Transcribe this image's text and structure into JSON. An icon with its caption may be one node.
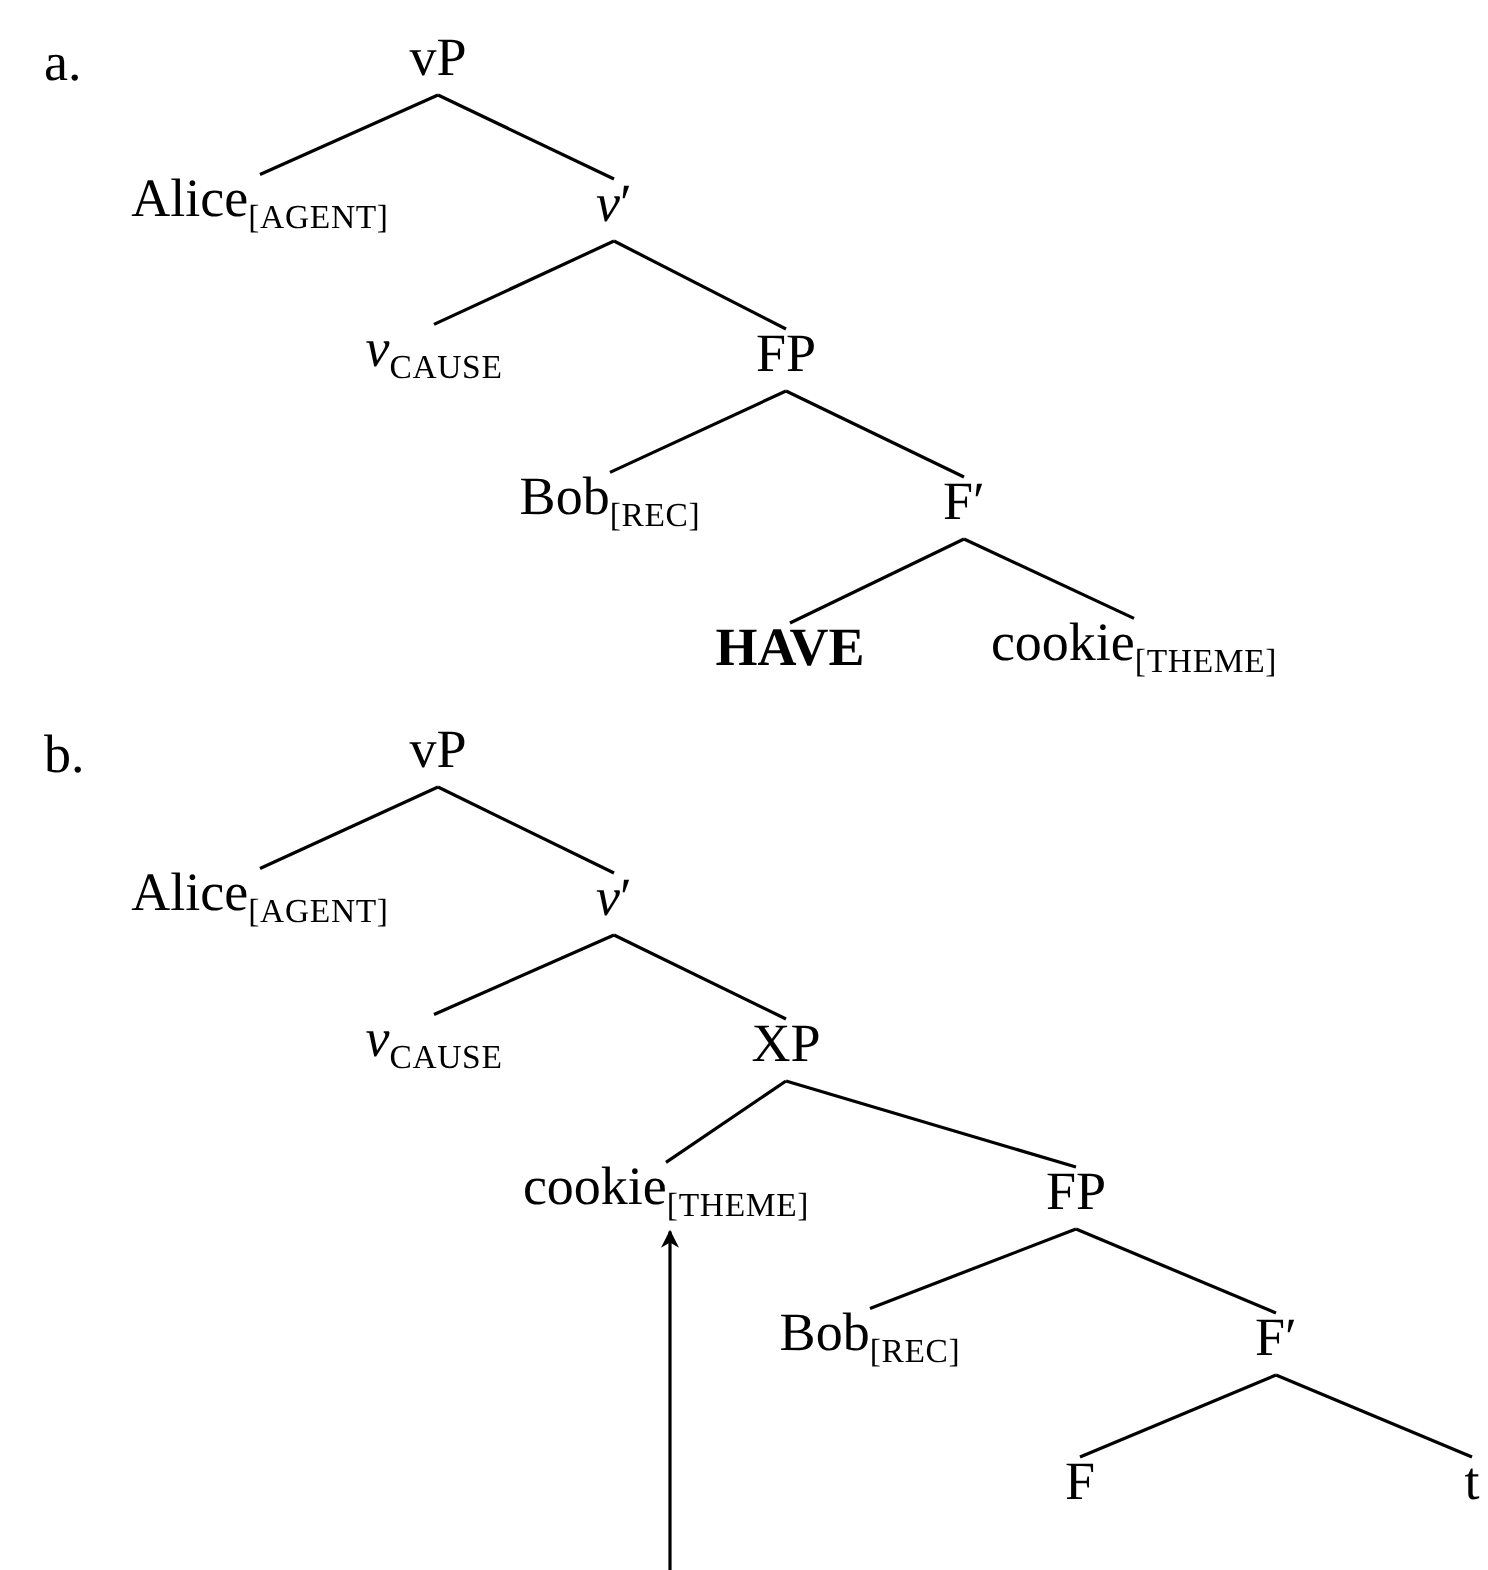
{
  "diagram": {
    "nodes": [
      {
        "text": [
          "vP"
        ]
      },
      {
        "text": [
          "Alice$_{[AGENT]}$"
        ]
      },
      {
        "text": [
          "*v*′"
        ]
      },
      {
        "text": [
          "*v*$_{CAUSE}$"
        ]
      },
      {
        "text": [
          "FP"
        ]
      },
      {
        "text": [
          "Bob$_{[REC]}$"
        ]
      },
      {
        "text": [
          "F′"
        ]
      },
      {
        "text": [
          "**HAVE**"
        ]
      },
      {
        "text": [
          "cookie$_{[THEME]}$"
        ]
      },
      {
        "text": [
          "vP"
        ]
      },
      {
        "text": [
          "Alice$_{[AGENT]}$"
        ]
      },
      {
        "text": [
          "*v*′"
        ]
      },
      {
        "text": [
          "*v*$_{CAUSE}$"
        ]
      },
      {
        "text": [
          "XP"
        ]
      },
      {
        "text": [
          "cookie$_{[THEME]}$"
        ]
      },
      {
        "text": [
          "FP"
        ]
      },
      {
        "text": [
          "Bob$_{[REC]}$"
        ]
      },
      {
        "text": [
          "F′"
        ]
      },
      {
        "text": [
          "F"
        ]
      },
      {
        "text": [
          "t"
        ]
      }
    ],
    "edges": [
      {
        "from": 0,
        "to": 1,
        "arrow": "none"
      },
      {
        "from": 0,
        "to": 2,
        "arrow": "none"
      },
      {
        "from": 2,
        "to": 3,
        "arrow": "none"
      },
      {
        "from": 2,
        "to": 4,
        "arrow": "none"
      },
      {
        "from": 4,
        "to": 5,
        "arrow": "none"
      },
      {
        "from": 4,
        "to": 6,
        "arrow": "none"
      },
      {
        "from": 6,
        "to": 7,
        "arrow": "none"
      },
      {
        "from": 6,
        "to": 8,
        "arrow": "none"
      },
      {
        "from": 9,
        "to": 10,
        "arrow": "none"
      },
      {
        "from": 9,
        "to": 11,
        "arrow": "none"
      },
      {
        "from": 11,
        "to": 12,
        "arrow": "none"
      },
      {
        "from": 11,
        "to": 13,
        "arrow": "none"
      },
      {
        "from": 13,
        "to": 14,
        "arrow": "none"
      },
      {
        "from": 13,
        "to": 15,
        "arrow": "none"
      },
      {
        "from": 15,
        "to": 16,
        "arrow": "none"
      },
      {
        "from": 15,
        "to": 17,
        "arrow": "none"
      },
      {
        "from": 17,
        "to": 18,
        "arrow": "none"
      },
      {
        "from": 17,
        "to": 19,
        "arrow": "none"
      },
      {
        "from": null,
        "to": 14,
        "arrow": "to"
      }
    ],
    "labels": [
      "a.",
      "b."
    ]
  }
}
